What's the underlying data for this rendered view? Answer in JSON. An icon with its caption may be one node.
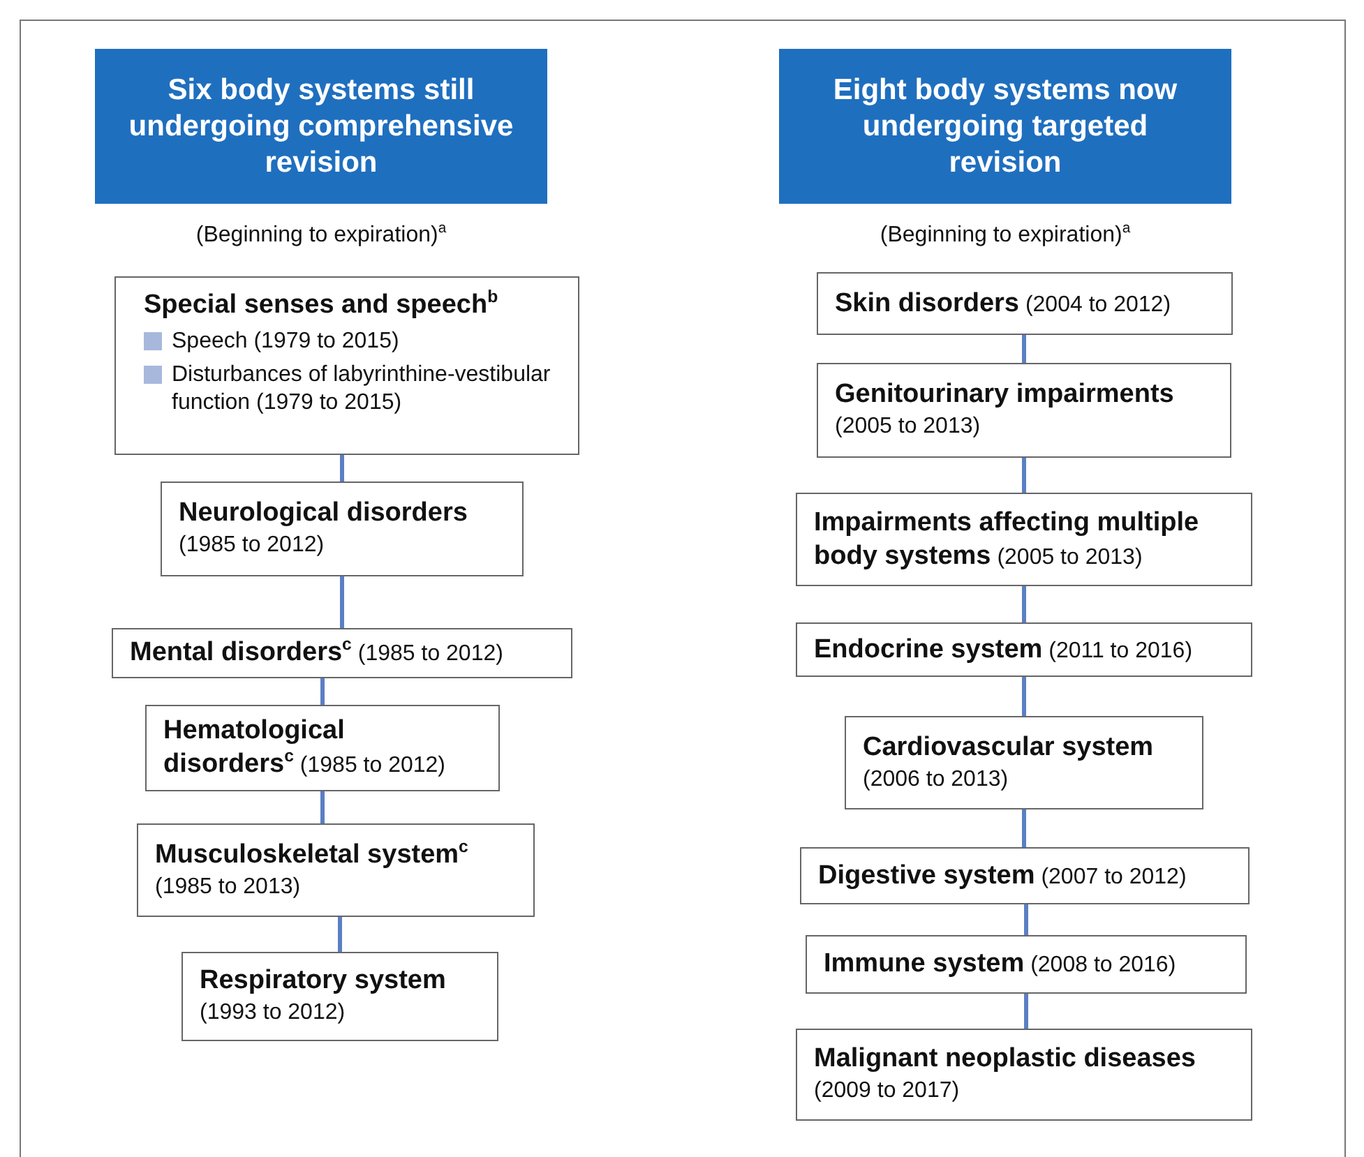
{
  "diagram": {
    "nodes": [
      {
        "text": [
          "Six body systems still undergoing comprehensive revision"
        ]
      },
      {
        "text": [
          "Special senses and speech$^{b}$",
          "Speech (1979 to 2015)",
          "Disturbances of labyrinthine-vestibular function (1979 to 2015)"
        ]
      },
      {
        "text": [
          "Neurological disorders",
          "(1985 to 2012)"
        ]
      },
      {
        "text": [
          "Mental disorders$^{c}$",
          "(1985 to 2012)"
        ]
      },
      {
        "text": [
          "Hematological disorders$^{c}$",
          "(1985 to 2012)"
        ]
      },
      {
        "text": [
          "Musculoskeletal system$^{c}$",
          "(1985 to 2013)"
        ]
      },
      {
        "text": [
          "Respiratory system",
          "(1993 to 2012)"
        ]
      },
      {
        "text": [
          "Eight body systems now undergoing targeted revision"
        ]
      },
      {
        "text": [
          "Skin disorders",
          "(2004 to 2012)"
        ]
      },
      {
        "text": [
          "Genitourinary impairments",
          "(2005 to 2013)"
        ]
      },
      {
        "text": [
          "Impairments affecting multiple body systems",
          "(2005 to 2013)"
        ]
      },
      {
        "text": [
          "Endocrine system",
          "(2011 to 2016)"
        ]
      },
      {
        "text": [
          "Cardiovascular system",
          "(2006 to 2013)"
        ]
      },
      {
        "text": [
          "Digestive system",
          "(2007 to 2012)"
        ]
      },
      {
        "text": [
          "Immune system",
          "(2008 to 2016)"
        ]
      },
      {
        "text": [
          "Malignant neoplastic diseases",
          "(2009 to 2017)"
        ]
      }
    ],
    "edges": [
      {
        "from": 1,
        "to": 2,
        "arrow": "none"
      },
      {
        "from": 2,
        "to": 3,
        "arrow": "none"
      },
      {
        "from": 3,
        "to": 4,
        "arrow": "none"
      },
      {
        "from": 4,
        "to": 5,
        "arrow": "none"
      },
      {
        "from": 5,
        "to": 6,
        "arrow": "none"
      },
      {
        "from": 8,
        "to": 9,
        "arrow": "none"
      },
      {
        "from": 9,
        "to": 10,
        "arrow": "none"
      },
      {
        "from": 10,
        "to": 11,
        "arrow": "none"
      },
      {
        "from": 11,
        "to": 12,
        "arrow": "none"
      },
      {
        "from": 12,
        "to": 13,
        "arrow": "none"
      },
      {
        "from": 13,
        "to": 14,
        "arrow": "none"
      },
      {
        "from": 14,
        "to": 15,
        "arrow": "none"
      }
    ],
    "labels": [
      "(Beginning to expiration)$^{a}$",
      "(Beginning to expiration)$^{a}$"
    ]
  }
}
